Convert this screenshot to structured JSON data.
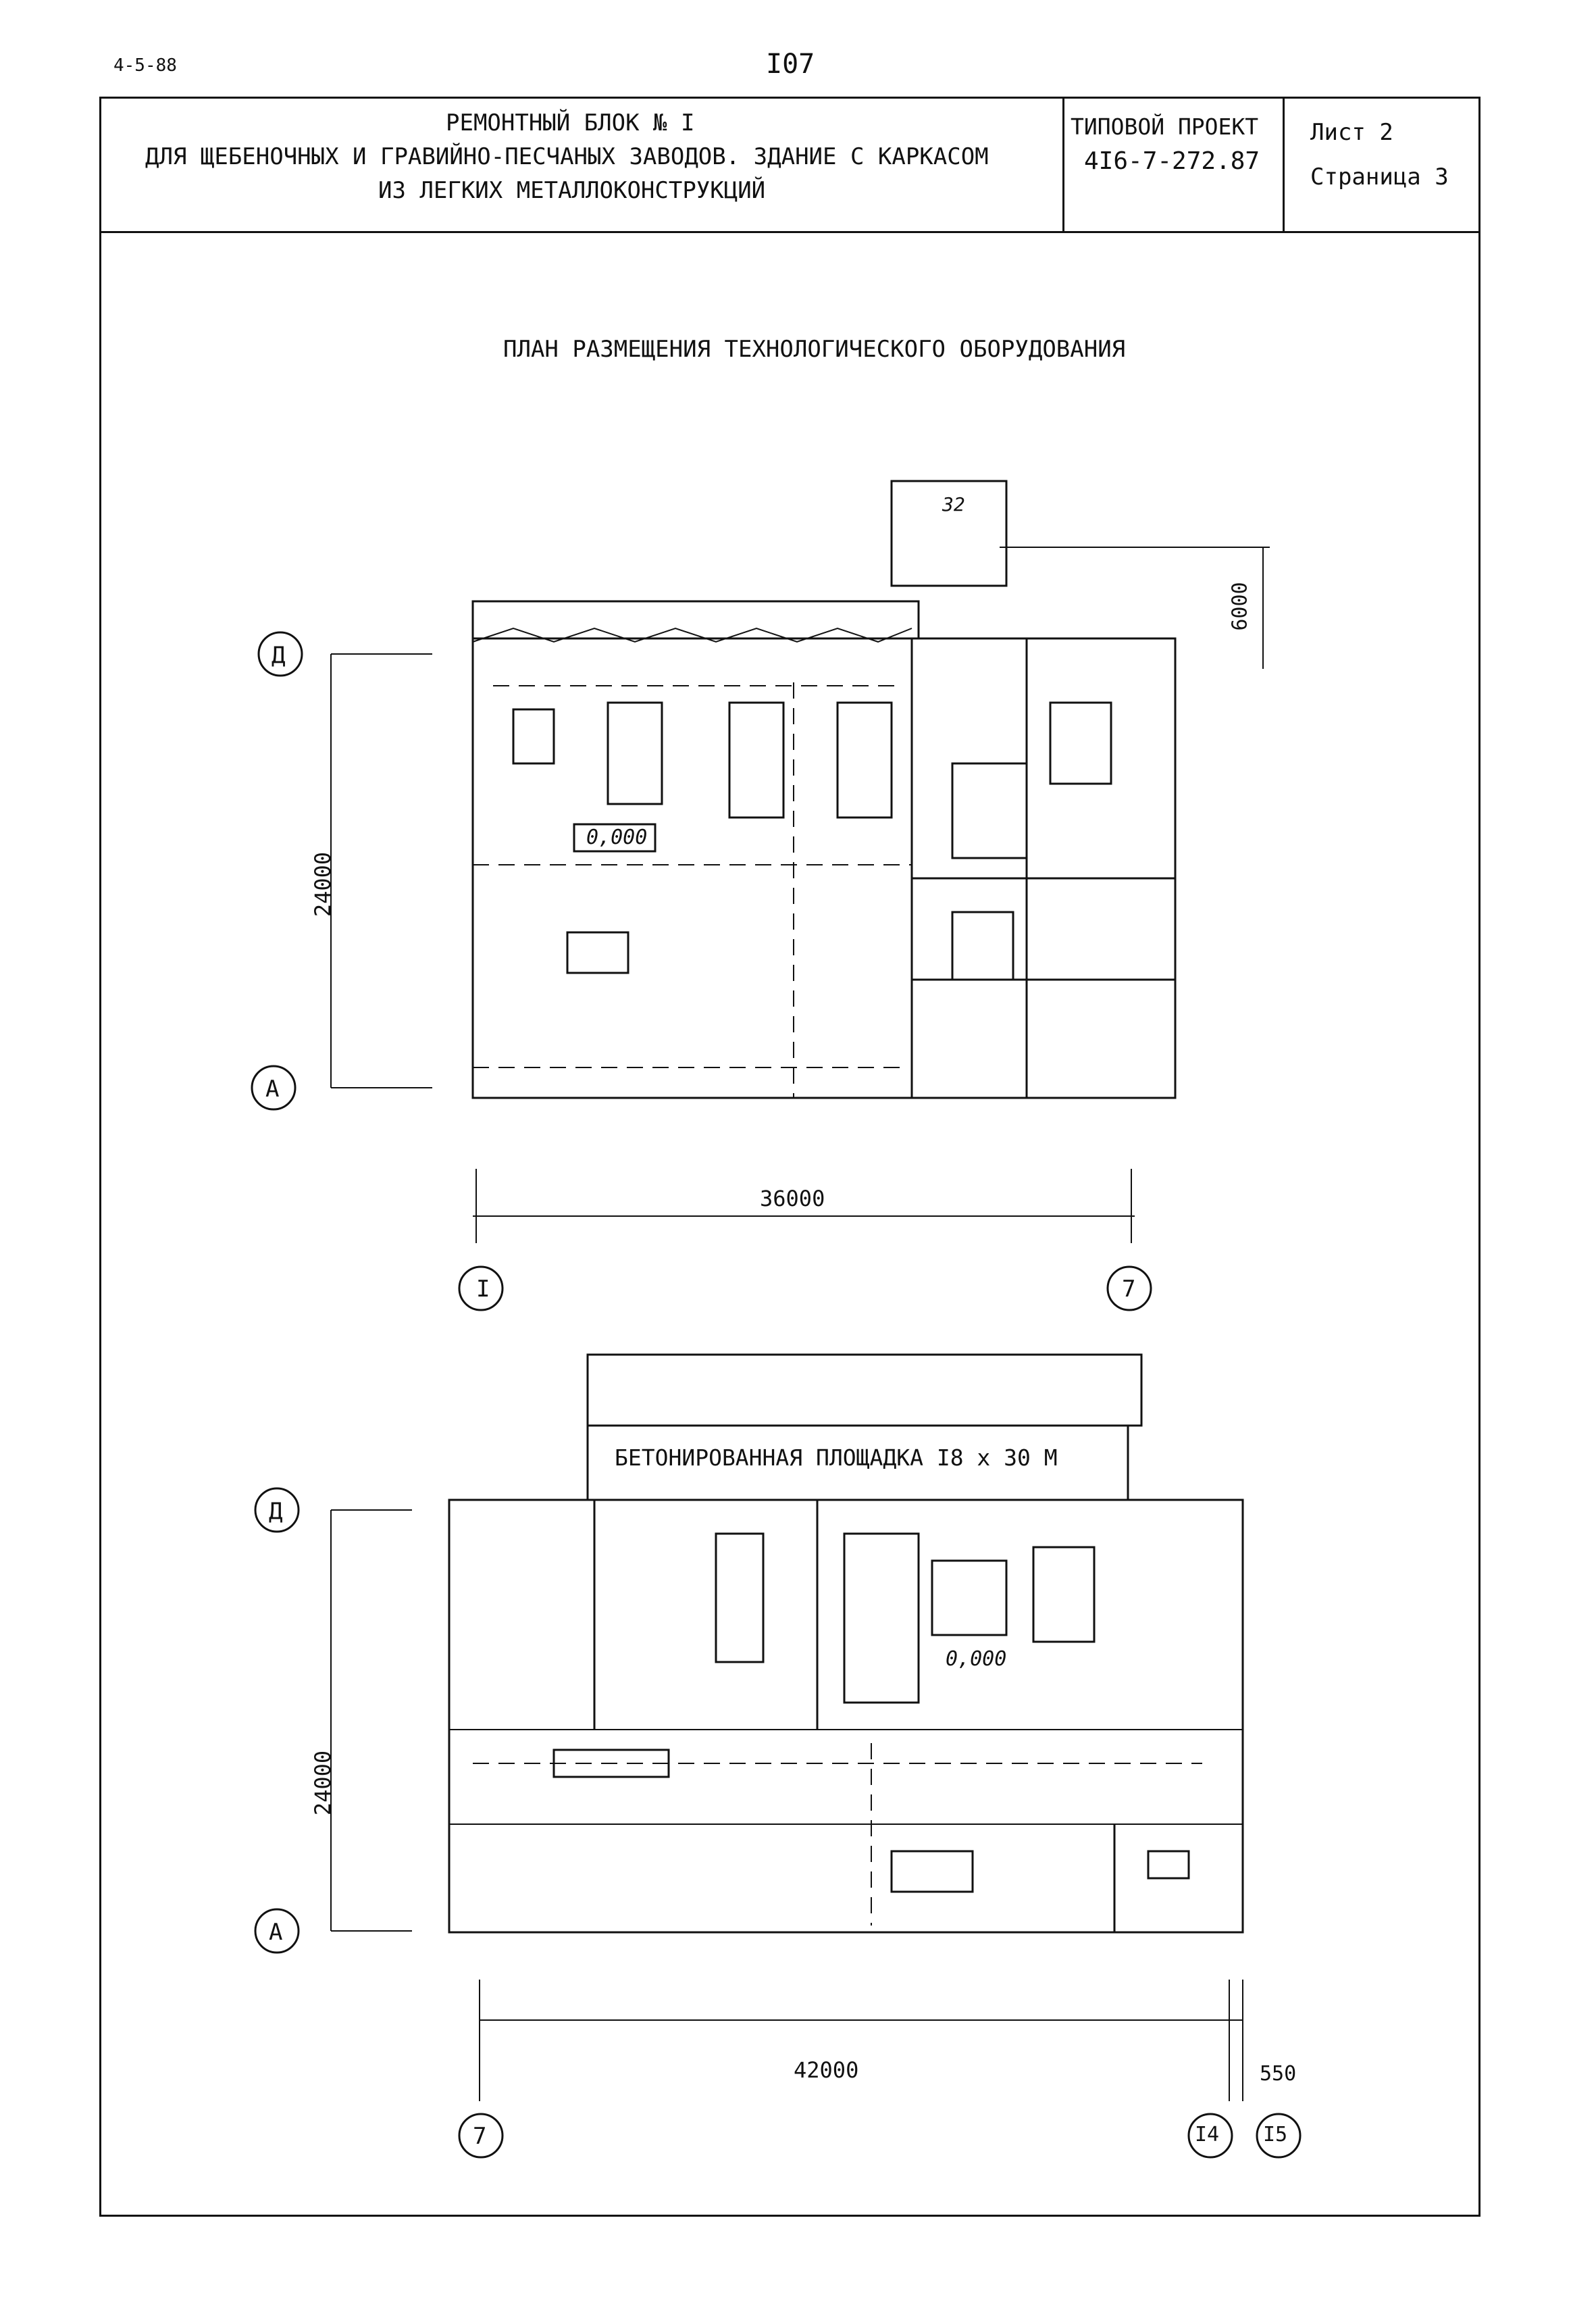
{
  "corner_code": "4-5-88",
  "page_number": "I07",
  "title_line1": "РЕМОНТНЫЙ БЛОК № I",
  "title_line2": "ДЛЯ ЩЕБЕНОЧНЫХ И ГРАВИЙНО-ПЕСЧАНЫХ ЗАВОДОВ. ЗДАНИЕ С КАРКАСОМ",
  "title_line3": "ИЗ ЛЕГКИХ МЕТАЛЛОКОНСТРУКЦИЙ",
  "project_label": "ТИПОВОЙ ПРОЕКТ",
  "project_code": "4I6-7-272.87",
  "sheet": "Лист 2",
  "page": "Страница 3",
  "drawing_title": "ПЛАН РАЗМЕЩЕНИЯ ТЕХНОЛОГИЧЕСКОГО ОБОРУДОВАНИЯ",
  "plan1": {
    "axis_top": "Д",
    "axis_bottom": "А",
    "dim_height": "24000",
    "dim_width": "36000",
    "dim_annex": "6000",
    "axis_left": "I",
    "axis_right": "7",
    "level": "0,000",
    "annex_label": "32"
  },
  "plan2": {
    "axis_top": "Д",
    "axis_bottom": "А",
    "dim_height": "24000",
    "dim_width": "42000",
    "dim_small": "550",
    "axis_left": "7",
    "axis_mid": "I4",
    "axis_right": "I5",
    "level": "0,000",
    "yard_label": "БЕТОНИРОВАННАЯ ПЛОЩАДКА I8 x 30 M"
  }
}
